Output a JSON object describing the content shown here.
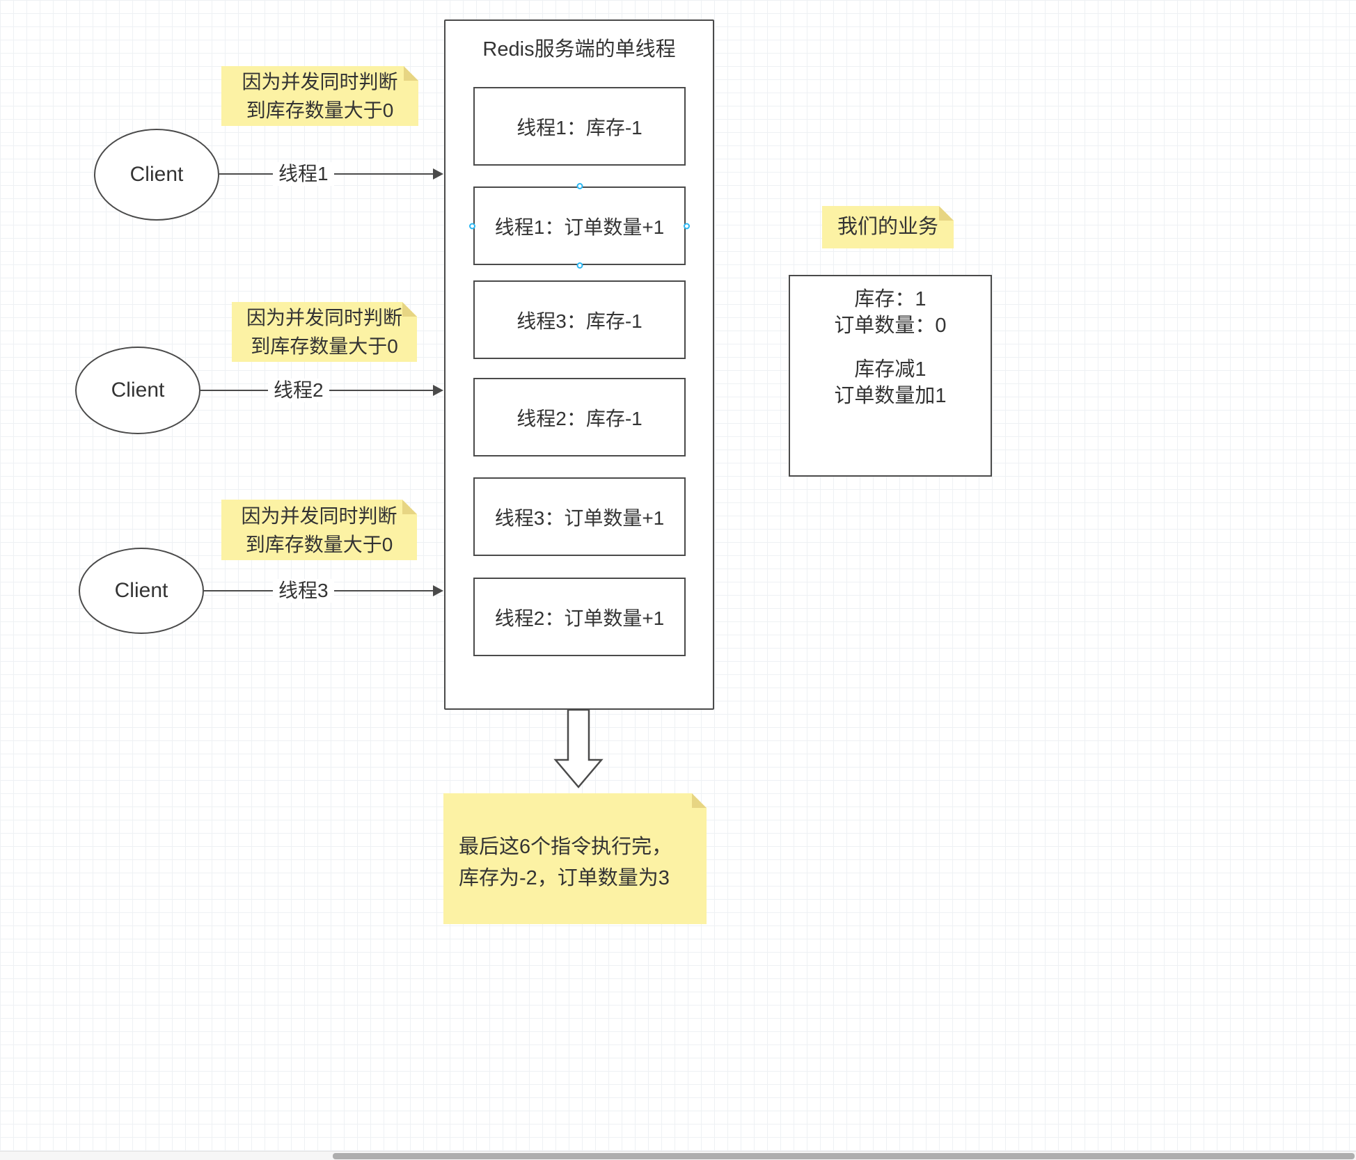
{
  "colors": {
    "note_yellow": "#fcf2a4",
    "note_fold": "#e7d583",
    "shape_border": "#4a4a4a",
    "selection_handle": "#29b6f2",
    "text": "#333333"
  },
  "server": {
    "title": "Redis服务端的单线程",
    "steps": [
      {
        "label": "线程1：库存-1"
      },
      {
        "label": "线程1：订单数量+1"
      },
      {
        "label": "线程3：库存-1"
      },
      {
        "label": "线程2：库存-1"
      },
      {
        "label": "线程3：订单数量+1"
      },
      {
        "label": "线程2：订单数量+1"
      }
    ]
  },
  "clients": [
    {
      "label": "Client",
      "thread_label": "线程1",
      "note": {
        "line1": "因为并发同时判断",
        "line2": "到库存数量大于0"
      }
    },
    {
      "label": "Client",
      "thread_label": "线程2",
      "note": {
        "line1": "因为并发同时判断",
        "line2": "到库存数量大于0"
      }
    },
    {
      "label": "Client",
      "thread_label": "线程3",
      "note": {
        "line1": "因为并发同时判断",
        "line2": "到库存数量大于0"
      }
    }
  ],
  "business": {
    "note_label": "我们的业务",
    "lines": [
      "库存：1",
      "订单数量：0",
      "库存减1",
      "订单数量加1"
    ]
  },
  "result_note": {
    "line1": "最后这6个指令执行完，",
    "line2": "库存为-2，订单数量为3"
  }
}
